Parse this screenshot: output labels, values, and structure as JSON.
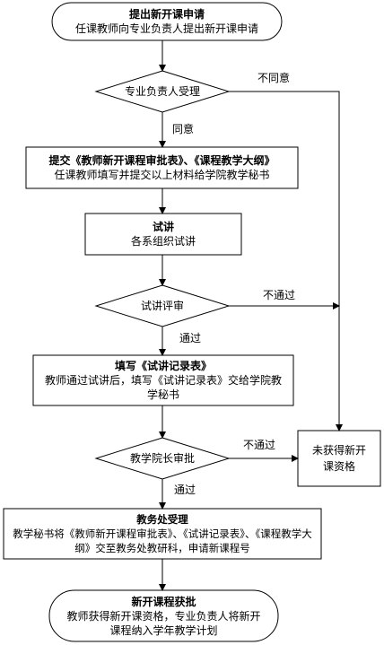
{
  "nodes": {
    "start": {
      "title": "提出新开课申请",
      "body": "任课教师向专业负责人提出新开课申请"
    },
    "review1": {
      "body": "专业负责人受理"
    },
    "submit": {
      "title": "提交《教师新开课程审批表》、《课程教学大纲》",
      "body": "任课教师填写并提交以上材料给学院教学秘书"
    },
    "trial": {
      "title": "试讲",
      "body": "各系组织试讲"
    },
    "review2": {
      "body": "试讲评审"
    },
    "record": {
      "title": "填写《试讲记录表》",
      "body": "教师通过试讲后，填写《试讲记录表》交给学院教学秘书"
    },
    "review3": {
      "body": "教学院长审批"
    },
    "reject": {
      "body": "未获得新开课资格"
    },
    "office": {
      "title": "教务处受理",
      "body": "教学秘书将《教师新开课程审批表》、《试讲记录表》、《课程教学大纲》交至教务处教研科，申请新课程号"
    },
    "end": {
      "title": "新开课程获批",
      "body": "教师获得新开课资格，专业负责人将新开课程纳入学年教学计划"
    }
  },
  "edges": {
    "disagree": "不同意",
    "agree": "同意",
    "fail1": "不通过",
    "pass1": "通过",
    "fail2": "不通过",
    "pass2": "通过"
  }
}
